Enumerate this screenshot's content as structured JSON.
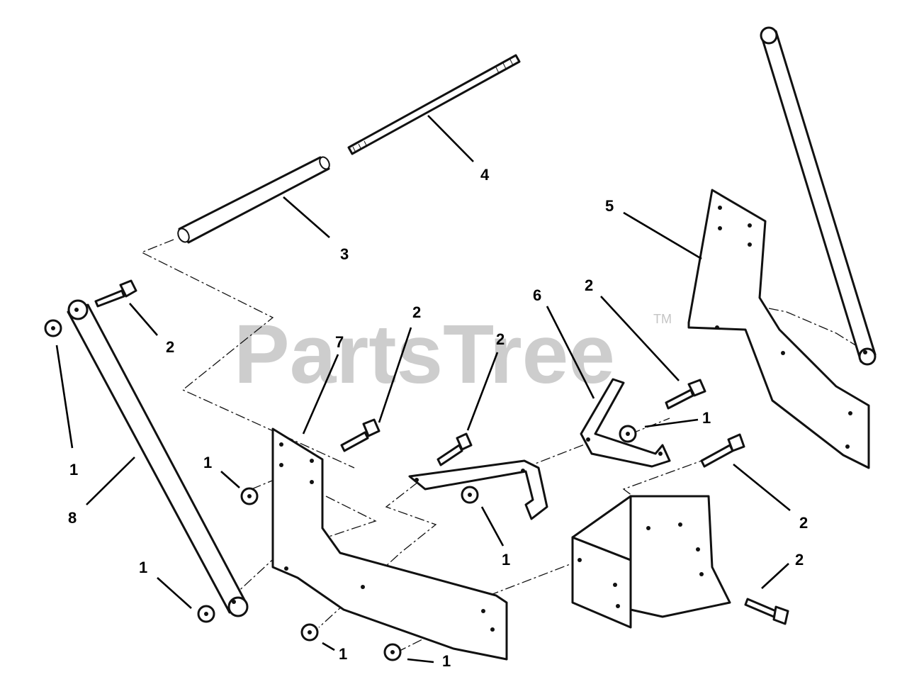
{
  "watermark": {
    "text": "PartsTree",
    "trademark": "TM"
  },
  "colors": {
    "line": "#111111",
    "watermark": "#c4c4c4",
    "background": "#ffffff"
  },
  "callouts": {
    "c1": "1",
    "c2": "2",
    "c3": "3",
    "c4": "4",
    "c5": "5",
    "c6": "6",
    "c7": "7",
    "c8": "8"
  }
}
